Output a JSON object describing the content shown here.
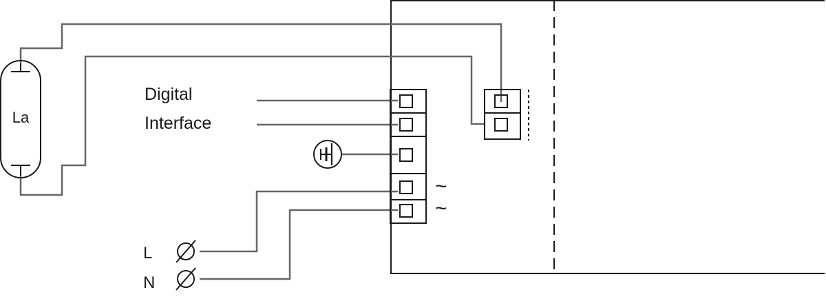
{
  "labels": {
    "lamp": "La",
    "digital_interface_line1": "Digital",
    "digital_interface_line2": "Interface",
    "live": "L",
    "neutral": "N",
    "ac_symbol_1": "~",
    "ac_symbol_2": "~"
  },
  "colors": {
    "line": "#1a1a1a",
    "wire": "#666666",
    "background": "#ffffff"
  },
  "icons": {
    "lamp": "fluorescent-lamp-icon",
    "earth": "earth-ground-icon",
    "terminal_marker": "phi-terminal-icon"
  }
}
